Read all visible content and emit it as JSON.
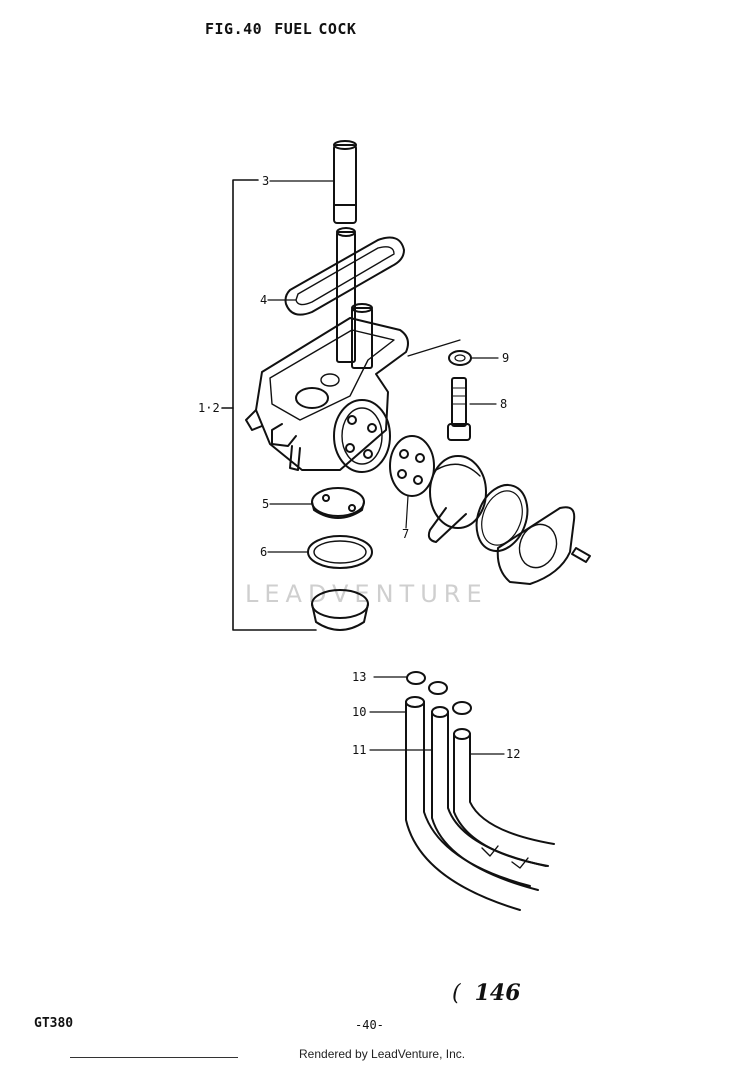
{
  "header": {
    "fig": "FIG.40",
    "word1": "FUEL",
    "word2": "COCK"
  },
  "callouts": {
    "c1_2": "1·2",
    "c3": "3",
    "c4": "4",
    "c5": "5",
    "c6": "6",
    "c7": "7",
    "c8": "8",
    "c9": "9",
    "c10": "10",
    "c11": "11",
    "c12": "12",
    "c13": "13"
  },
  "watermark": "LEADVENTURE",
  "page_code": {
    "paren": "(",
    "number": "146"
  },
  "footer": {
    "model": "GT380",
    "page": "-40-",
    "rendered_by": "Rendered by LeadVenture, Inc."
  }
}
